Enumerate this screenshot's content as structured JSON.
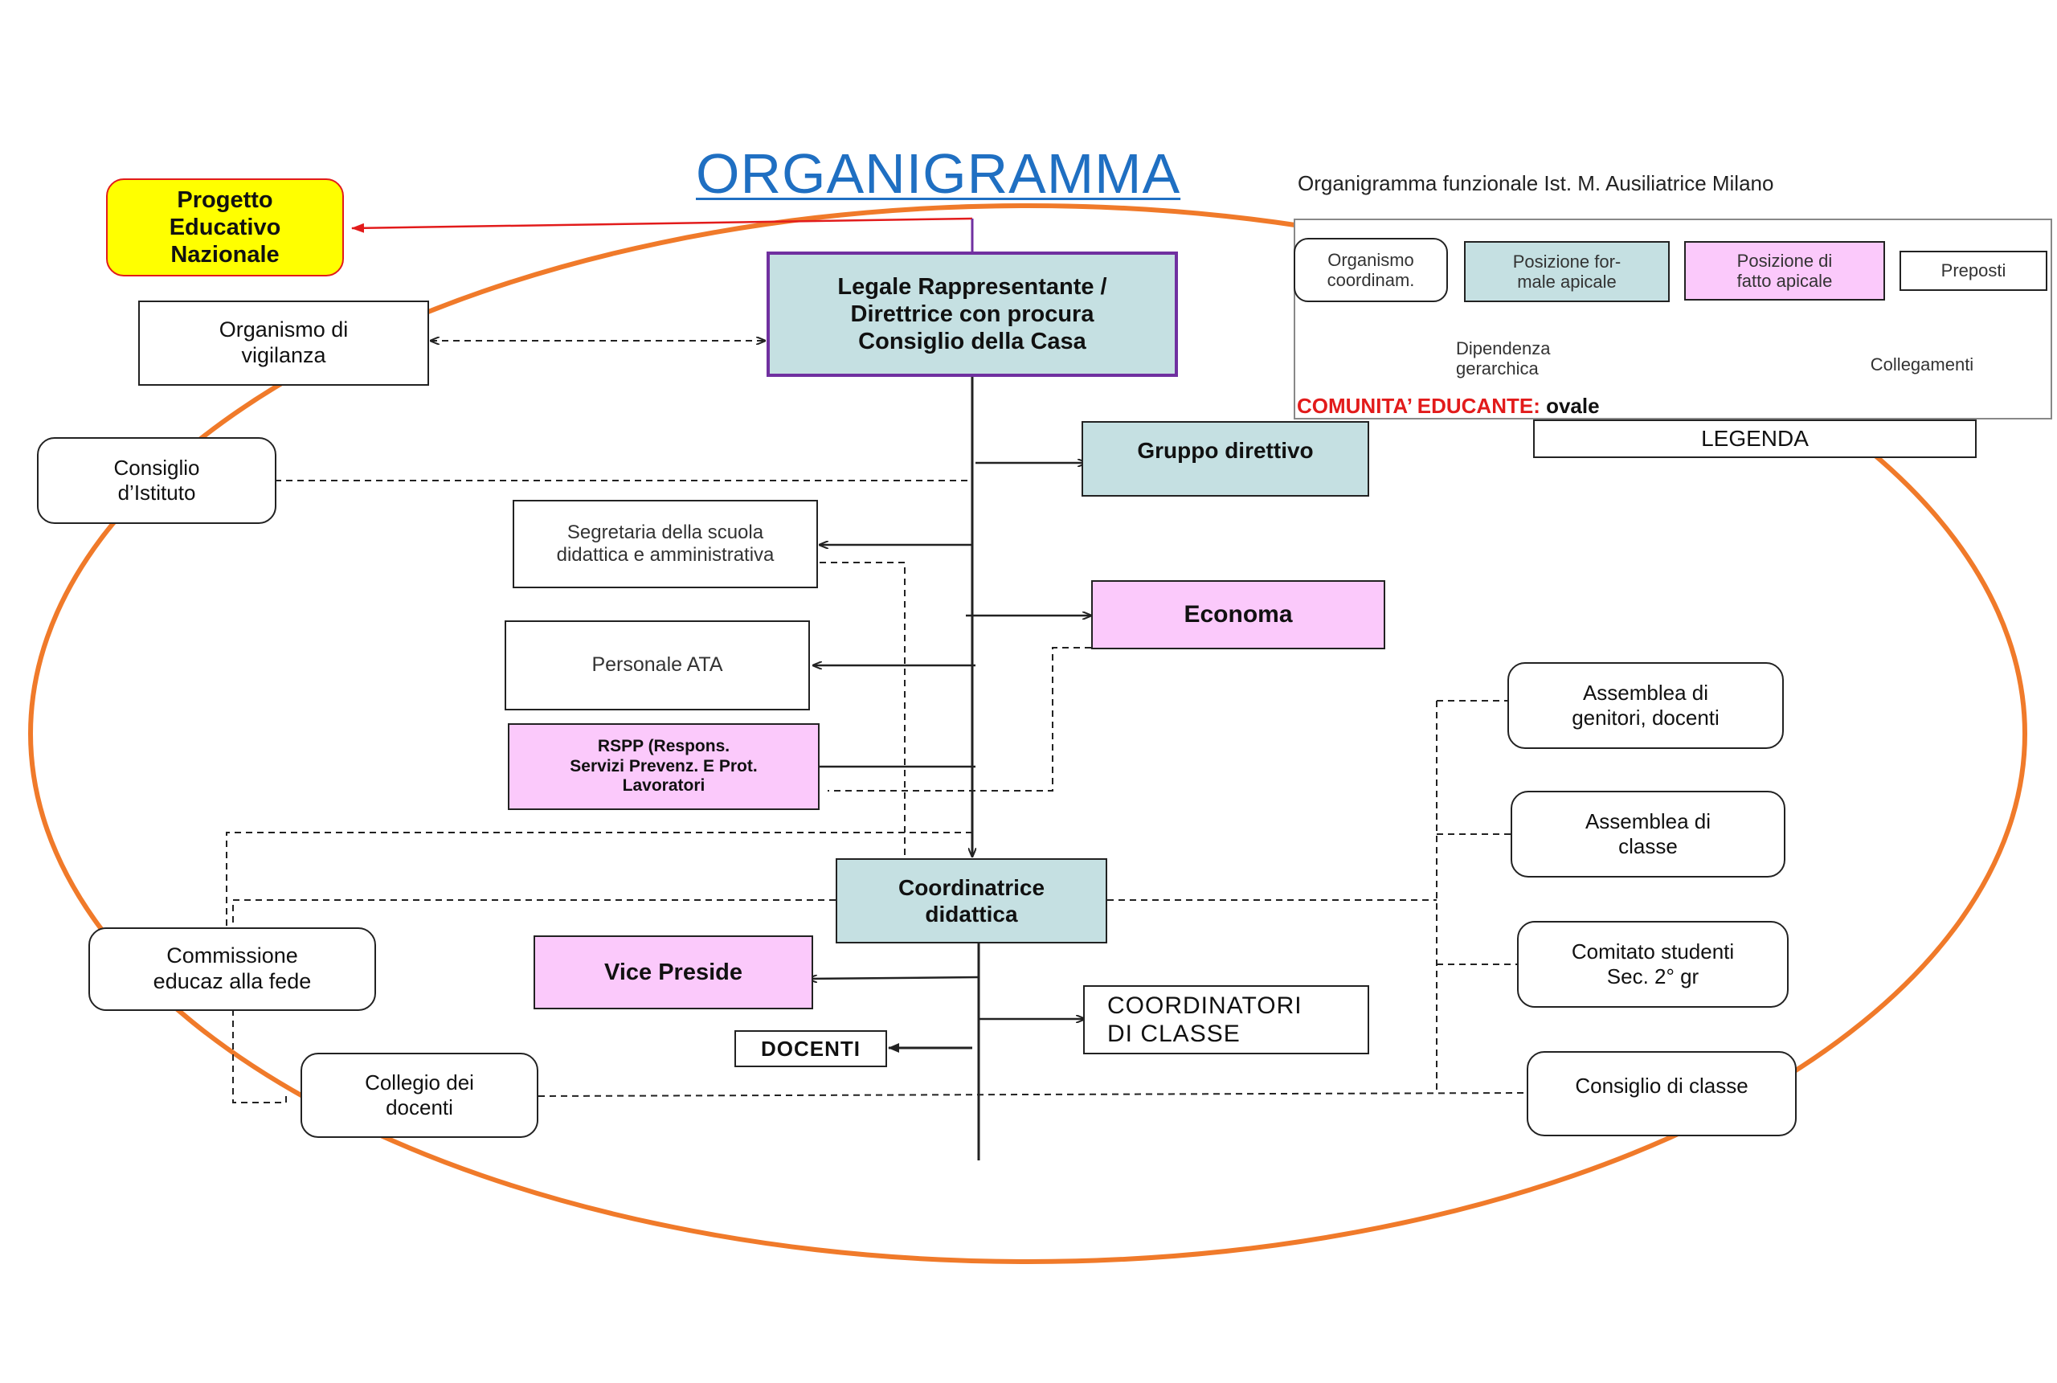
{
  "title": "ORGANIGRAMMA",
  "subtitle": "Organigramma funzionale Ist. M. Ausiliatrice Milano",
  "colors": {
    "oval": "#f07a2a",
    "teal": "#c5e0e2",
    "pink": "#fbc9fb",
    "yellow": "#ffff00",
    "red": "#e21b1b",
    "purple": "#7030a0",
    "title": "#1f6fc2"
  },
  "nodes": {
    "progetto": "Progetto\nEducativo\nNazionale",
    "organismo_vigilanza": "Organismo di\nvigilanza",
    "legale": "Legale Rappresentante /\nDirettrice con procura\nConsiglio della Casa",
    "consiglio_istituto": "Consiglio\nd’Istituto",
    "gruppo_direttivo": "Gruppo direttivo",
    "segreteria": "Segretaria della scuola\ndidattica e amministrativa",
    "economa": "Economa",
    "personale_ata": "Personale ATA",
    "rspp": "RSPP (Respons.\nServizi Prevenz. E Prot.\nLavoratori",
    "coordinatrice": "Coordinatrice\ndidattica",
    "commissione": "Commissione\neducaz alla fede",
    "vice_preside": "Vice Preside",
    "coordinatori": "COORDINATORI\nDI CLASSE",
    "docenti": "DOCENTI",
    "collegio": "Collegio dei\ndocenti",
    "assemblea_genitori": "Assemblea di\ngenitori, docenti",
    "assemblea_classe": "Assemblea di\nclasse",
    "comitato": "Comitato studenti\nSec. 2° gr",
    "consiglio_classe": "Consiglio di classe"
  },
  "legend": {
    "organismo": "Organismo\ncoordinam.",
    "formale": "Posizione for-\nmale apicale",
    "fatto": "Posizione  di\nfatto apicale",
    "preposti": "Preposti",
    "dipendenza": "Dipendenza\ngerarchica",
    "collegamenti": "Collegamenti",
    "comunita_label": "COMUNITA’ EDUCANTE:",
    "comunita_value": " ovale",
    "title": "LEGENDA"
  }
}
